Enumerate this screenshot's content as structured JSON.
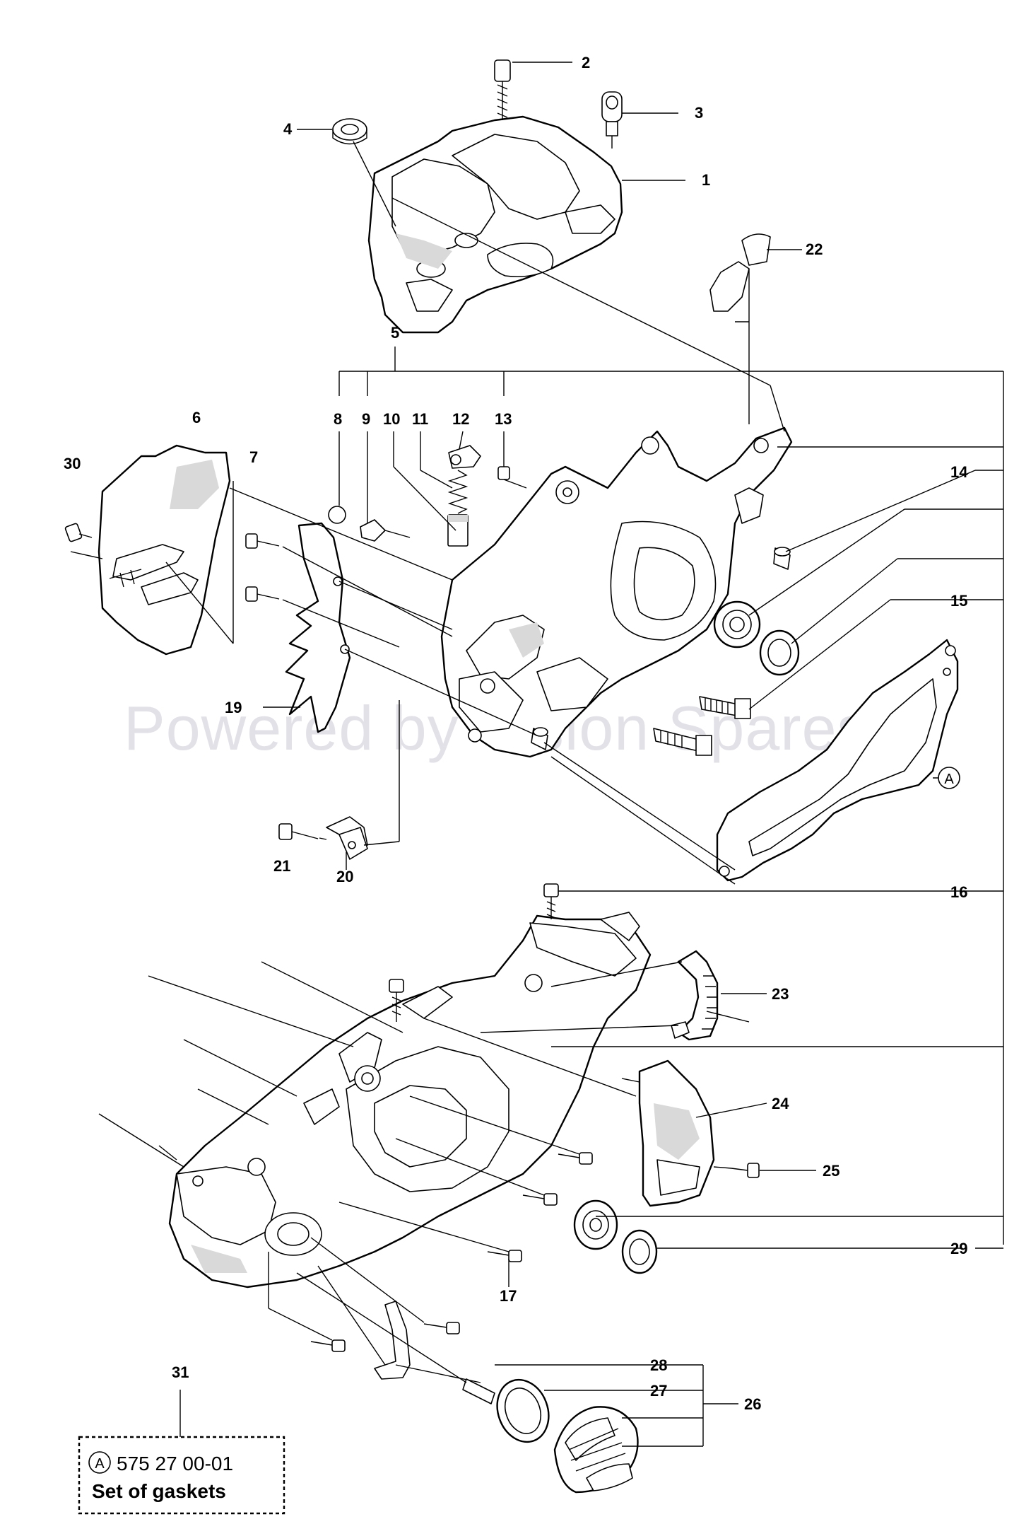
{
  "watermark": "Powered by Vision Spares",
  "gasket_ref": "A",
  "callouts": [
    "1",
    "2",
    "3",
    "4",
    "5",
    "6",
    "7",
    "8",
    "9",
    "10",
    "11",
    "12",
    "13",
    "14",
    "15",
    "16",
    "17",
    "19",
    "20",
    "21",
    "22",
    "23",
    "24",
    "25",
    "26",
    "27",
    "28",
    "29",
    "30",
    "31"
  ],
  "kit_box": {
    "ref_symbol": "A",
    "part_number": "575 27 00-01",
    "description": "Set of gaskets"
  }
}
